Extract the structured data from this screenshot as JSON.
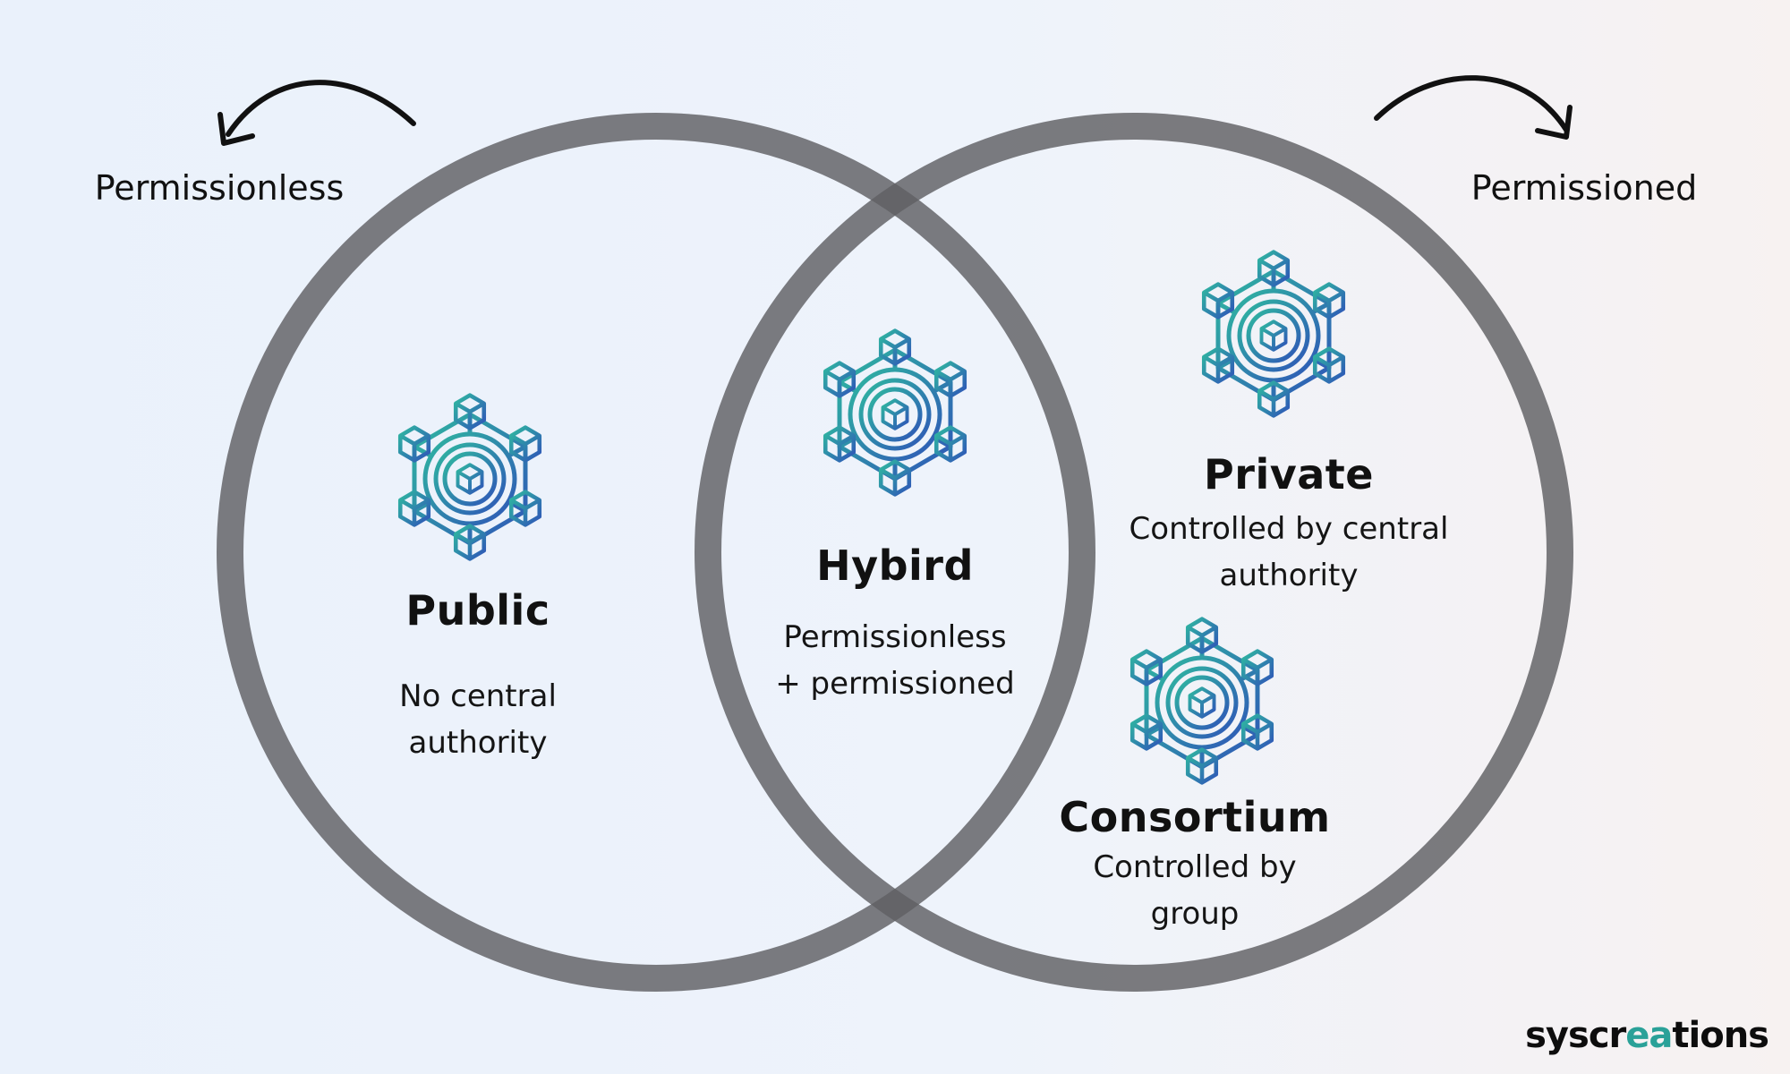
{
  "labels": {
    "left_arrow": "Permissionless",
    "right_arrow": "Permissioned"
  },
  "types": {
    "public": {
      "title": "Public",
      "desc": [
        "No central",
        "authority"
      ]
    },
    "hybrid": {
      "title": "Hybird",
      "desc": [
        "Permissionless",
        "+ permissioned"
      ]
    },
    "private": {
      "title": "Private",
      "desc": [
        "Controlled by central",
        "authority"
      ]
    },
    "consortium": {
      "title": "Consortium",
      "desc": [
        "Controlled by",
        "group"
      ]
    }
  },
  "icons": {
    "network": "blockchain-network-icon",
    "arrow": "curved-arrow-icon"
  },
  "colors": {
    "circle_stroke": "#5f5f63",
    "icon_teal": "#2fa9a0",
    "icon_blue": "#2f5fb8",
    "brand_accent": "#2aa198"
  },
  "brand": {
    "pre": "syscr",
    "accent": "ea",
    "post": "tions"
  }
}
